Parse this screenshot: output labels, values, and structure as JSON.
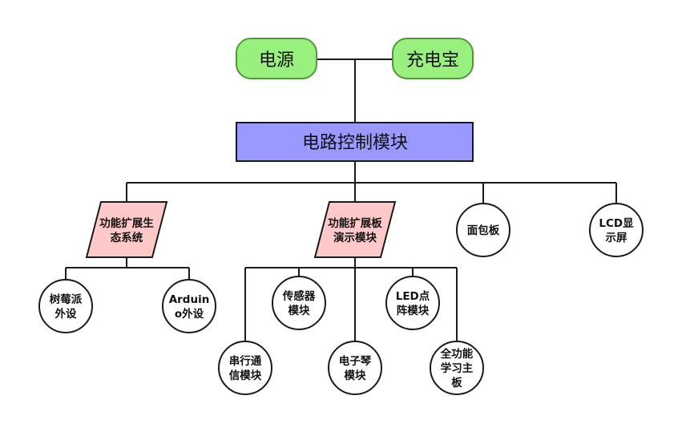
{
  "colors": {
    "stroke": "#1a1a1a",
    "green_fill": "#99f07f",
    "green_stroke": "#4e9a36",
    "blue_fill": "#9999ff",
    "pink_fill": "#ffc9c9"
  },
  "nodes": {
    "power": {
      "lines": [
        "电源"
      ]
    },
    "powerbank": {
      "lines": [
        "充电宝"
      ]
    },
    "control": {
      "lines": [
        "电路控制模块"
      ]
    },
    "ext_ecosystem": {
      "lines": [
        "功能扩展生",
        "态系统"
      ]
    },
    "ext_board": {
      "lines": [
        "功能扩展板",
        "演示模块"
      ]
    },
    "breadboard": {
      "lines": [
        "面包板"
      ]
    },
    "lcd": {
      "lines": [
        "LCD显",
        "示屏"
      ]
    },
    "raspberry": {
      "lines": [
        "树莓派",
        "外设"
      ]
    },
    "arduino": {
      "lines": [
        "Arduin",
        "o外设"
      ]
    },
    "sensor": {
      "lines": [
        "传感器",
        "模块"
      ]
    },
    "led": {
      "lines": [
        "LED点",
        "阵模块"
      ]
    },
    "serial": {
      "lines": [
        "串行通",
        "信模块"
      ]
    },
    "piano": {
      "lines": [
        "电子琴",
        "模块"
      ]
    },
    "fullboard": {
      "lines": [
        "全功能",
        "学习主",
        "板"
      ]
    }
  }
}
